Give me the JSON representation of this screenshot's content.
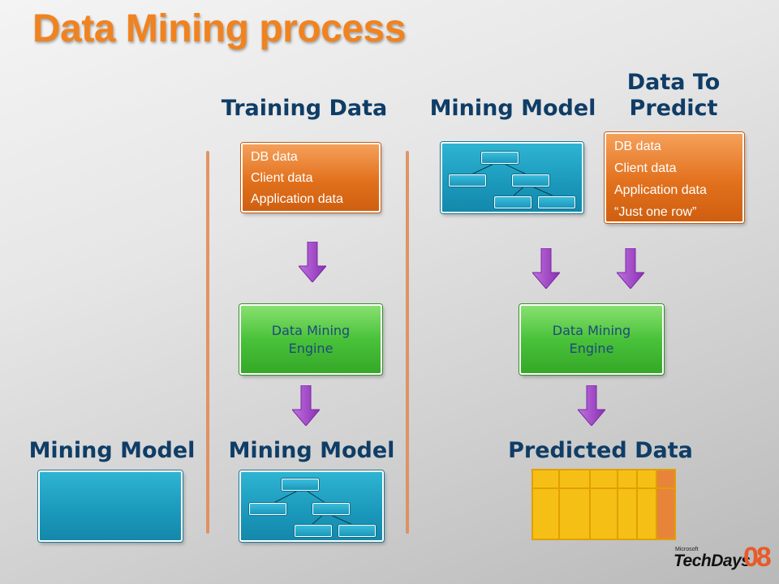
{
  "title": "Data Mining process",
  "headings": {
    "training_data": "Training Data",
    "mining_model_top": "Mining Model",
    "data_to_predict": "Data To Predict",
    "mining_model_left": "Mining Model",
    "mining_model_mid": "Mining Model",
    "predicted_data": "Predicted Data"
  },
  "training_box": {
    "lines": [
      "DB data",
      "Client data",
      "Application data"
    ]
  },
  "predict_box": {
    "lines": [
      "DB data",
      "Client data",
      "Application data",
      "“Just one row”"
    ]
  },
  "engine_left": {
    "line1": "Data Mining",
    "line2": "Engine"
  },
  "engine_right": {
    "line1": "Data Mining",
    "line2": "Engine"
  },
  "logo": {
    "small": "Microsoft",
    "brand": "TechDays",
    "year": "08"
  },
  "colors": {
    "title": "#f0831f",
    "heading": "#0f3d66",
    "arrow": "#9b3fc0",
    "orange_box": "#e2711d",
    "green_box": "#49c23a",
    "teal_box": "#1a98bb",
    "predicted_cells": "#f6bf16",
    "predicted_highlight": "#e8843a"
  }
}
